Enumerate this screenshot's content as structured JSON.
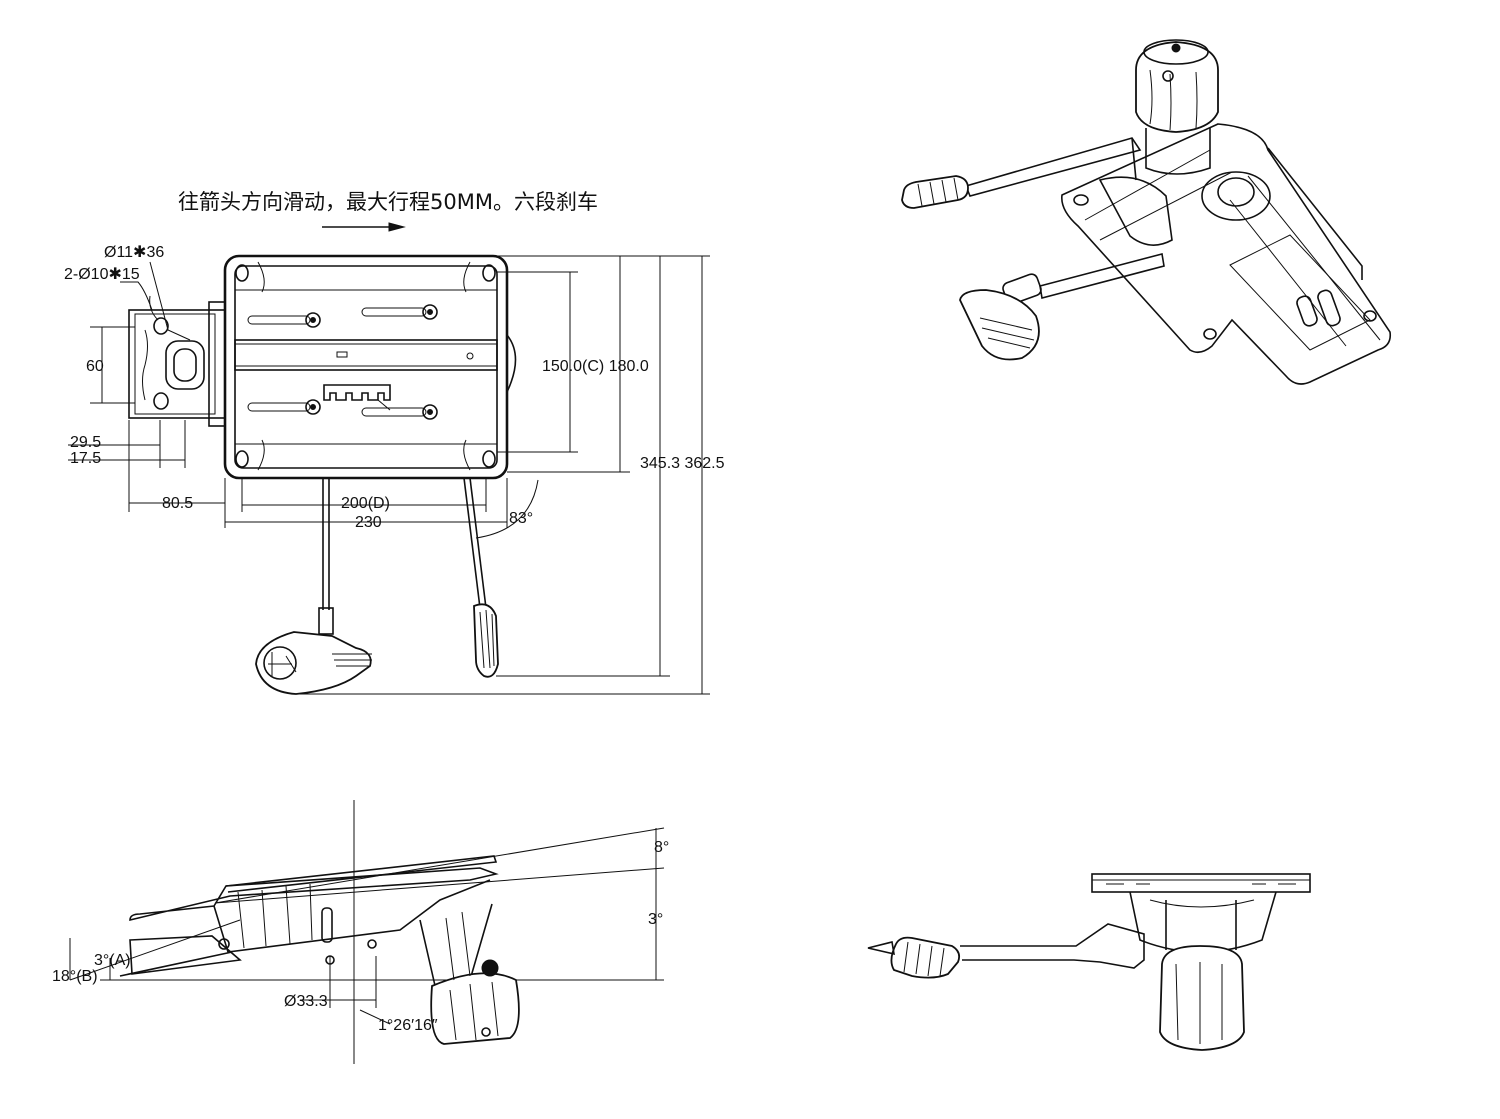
{
  "note": "往箭头方向滑动，最大行程50MM。六段刹车",
  "labels": {
    "slot_large": "Ø11✱36",
    "slot_small": "2-Ø10✱15",
    "height_60": "60",
    "off_29_5": "29.5",
    "off_17_5": "17.5",
    "width_80_5": "80.5",
    "width_200": "200(D)",
    "width_230": "230",
    "angle_83": "83°",
    "dim_150_180": "150.0(C) 180.0",
    "dim_345_362": "345.3 362.5",
    "angle_8": "8°",
    "angle_3": "3°",
    "angle_3a": "3°(A)",
    "angle_18b": "18°(B)",
    "dia_33": "Ø33.3",
    "angle_126": "1°26′16″"
  },
  "colors": {
    "ink": "#111111",
    "paper": "#ffffff"
  }
}
